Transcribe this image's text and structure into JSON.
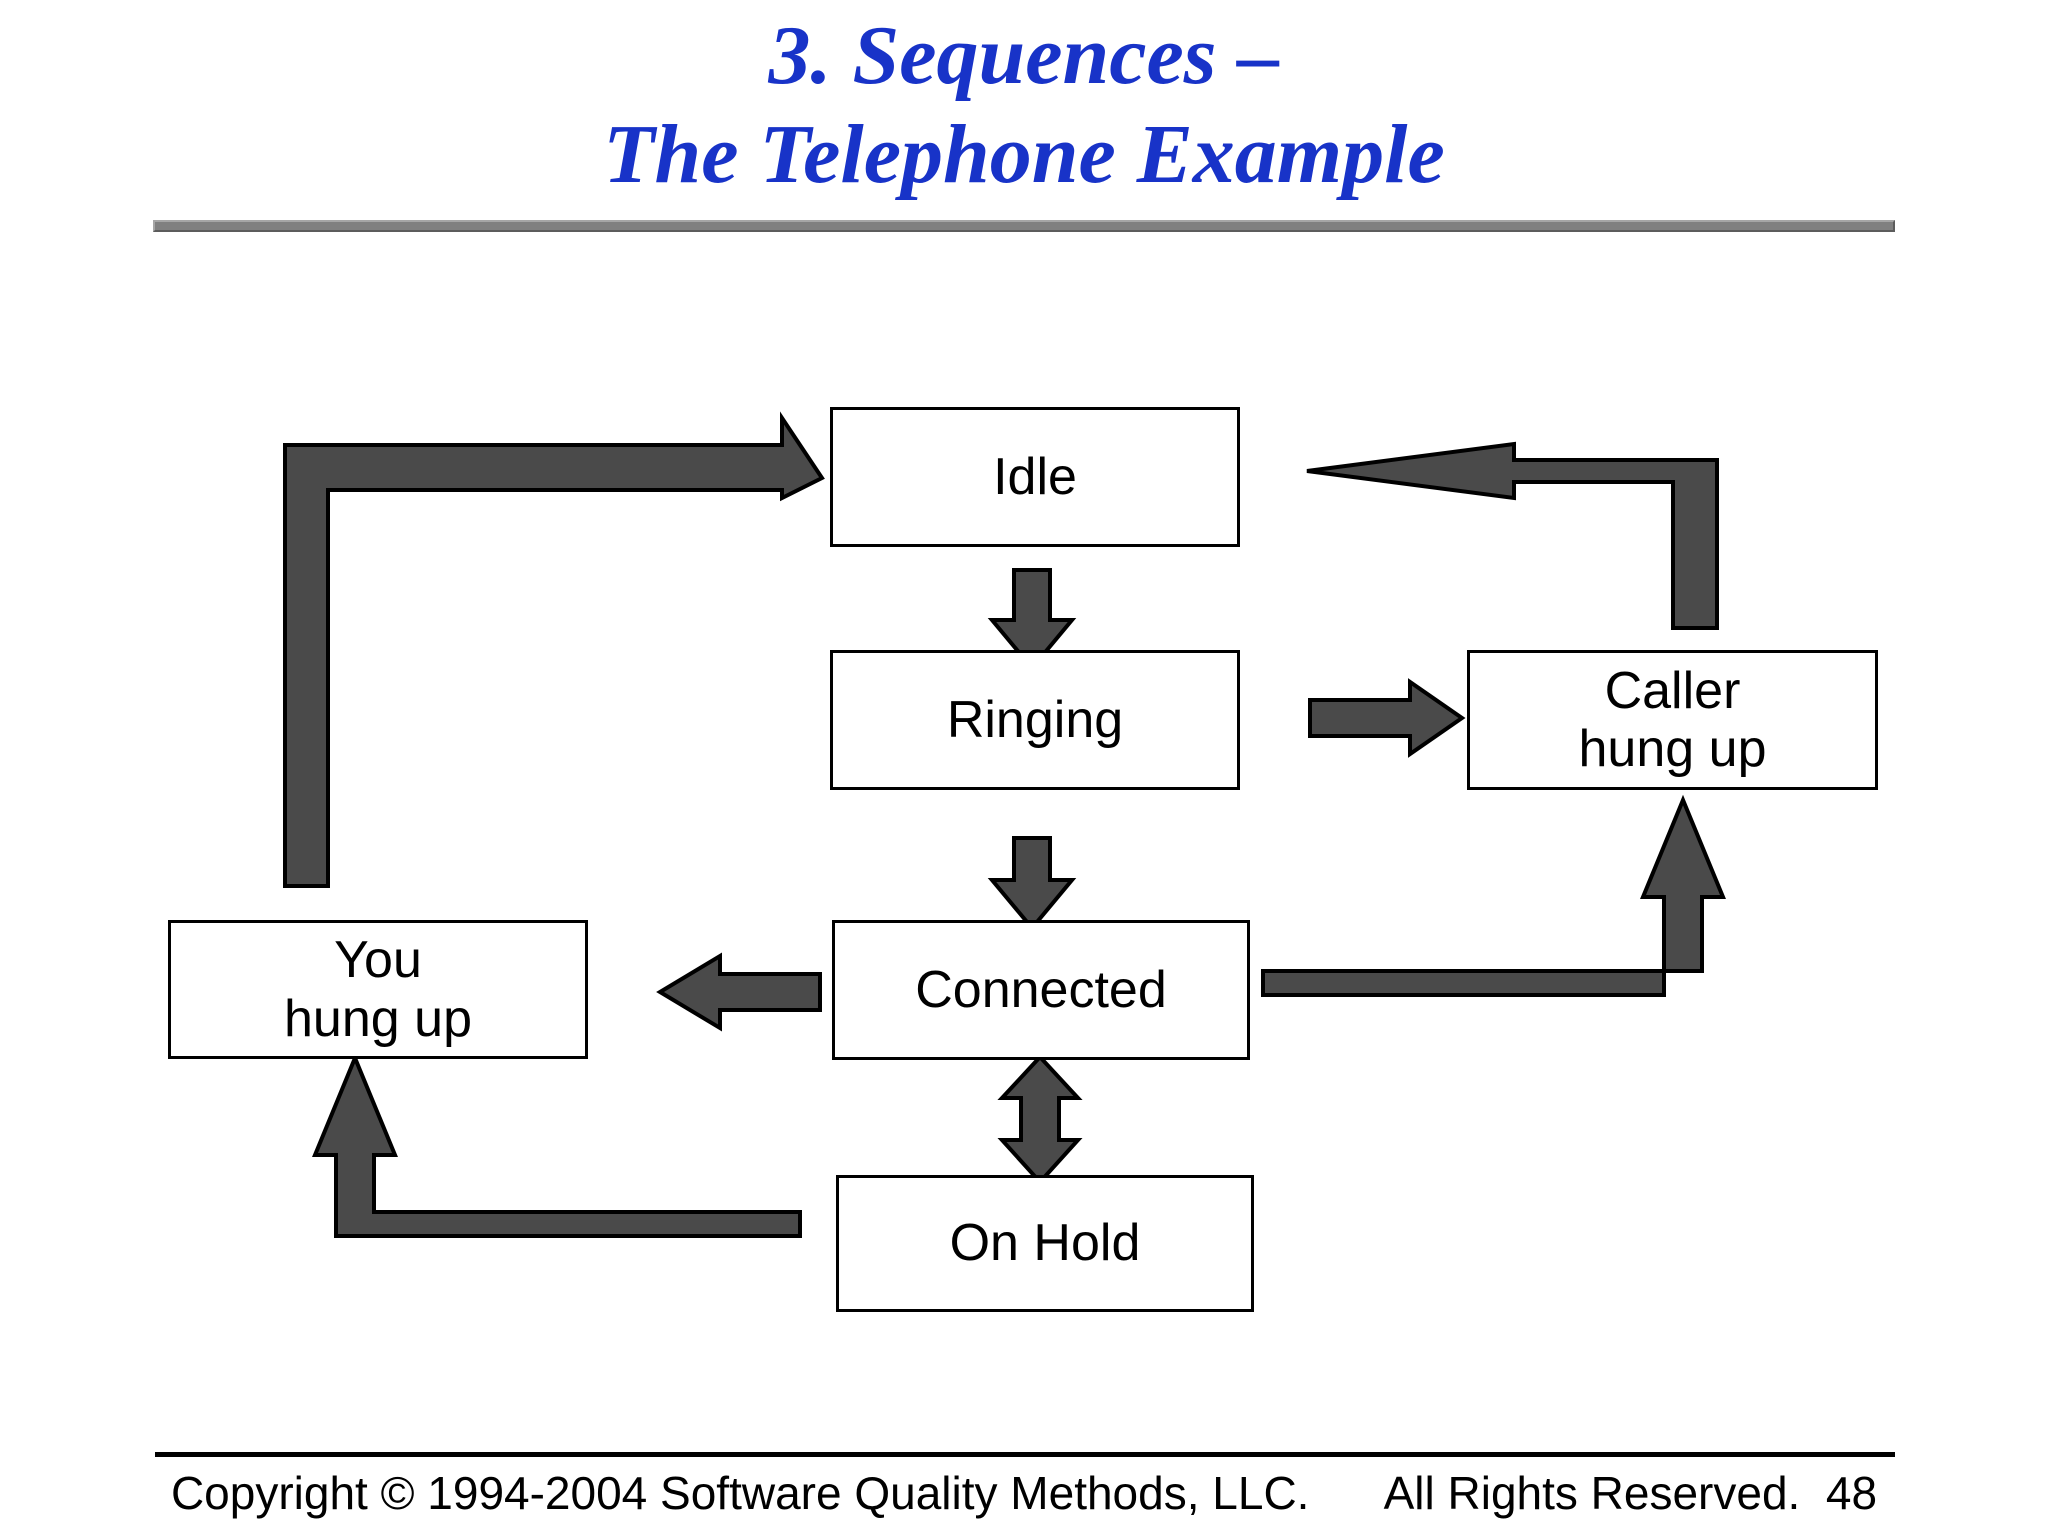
{
  "slide": {
    "title_line1": "3. Sequences –",
    "title_line2": "The Telephone Example",
    "title_color": "#1833C8",
    "rule_color": "#808080",
    "background": "#ffffff"
  },
  "diagram": {
    "type": "state-transition-diagram",
    "arrow_fill": "#4a4a4a",
    "arrow_outline": "#000000",
    "states": [
      {
        "id": "idle",
        "label": "Idle"
      },
      {
        "id": "ringing",
        "label": "Ringing"
      },
      {
        "id": "connected",
        "label": "Connected"
      },
      {
        "id": "onhold",
        "label": "On Hold"
      },
      {
        "id": "caller",
        "label": "Caller\nhung up"
      },
      {
        "id": "you",
        "label": "You\nhung up"
      }
    ],
    "transitions": [
      {
        "from": "idle",
        "to": "ringing",
        "style": "straight-down"
      },
      {
        "from": "ringing",
        "to": "caller",
        "style": "straight-right"
      },
      {
        "from": "ringing",
        "to": "connected",
        "style": "straight-down"
      },
      {
        "from": "connected",
        "to": "you",
        "style": "straight-left"
      },
      {
        "from": "connected",
        "to": "caller",
        "style": "elbow-right-up"
      },
      {
        "from": "connected",
        "to": "onhold",
        "style": "double-headed-vertical"
      },
      {
        "from": "onhold",
        "to": "you",
        "style": "elbow-left-up"
      },
      {
        "from": "you",
        "to": "idle",
        "style": "elbow-up-right"
      },
      {
        "from": "caller",
        "to": "idle",
        "style": "elbow-up-left"
      }
    ]
  },
  "footer": {
    "text": "Copyright © 1994-2004 Software Quality Methods, LLC.      All Rights Reserved.  48",
    "copyright": "Copyright © 1994-2004 Software Quality Methods, LLC.",
    "rights": "All Rights Reserved.",
    "page_number": "48"
  }
}
